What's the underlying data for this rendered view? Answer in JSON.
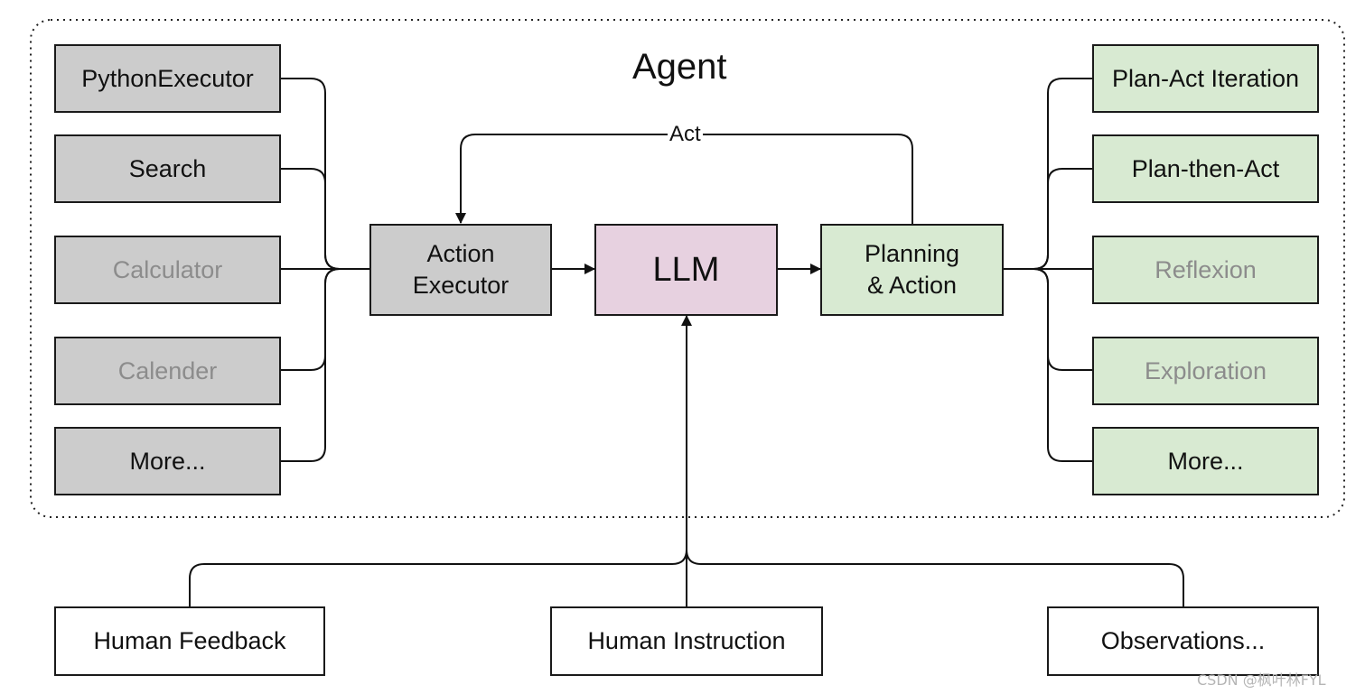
{
  "agent": {
    "title": "Agent",
    "act_label": "Act"
  },
  "tools": [
    {
      "label": "PythonExecutor",
      "active": true
    },
    {
      "label": "Search",
      "active": true
    },
    {
      "label": "Calculator",
      "active": false
    },
    {
      "label": "Calender",
      "active": false
    },
    {
      "label": "More...",
      "active": true
    }
  ],
  "strategies": [
    {
      "label": "Plan-Act Iteration",
      "active": true
    },
    {
      "label": "Plan-then-Act",
      "active": true
    },
    {
      "label": "Reflexion",
      "active": false
    },
    {
      "label": "Exploration",
      "active": false
    },
    {
      "label": "More...",
      "active": true
    }
  ],
  "core": {
    "executor": [
      "Action",
      "Executor"
    ],
    "llm": "LLM",
    "planning": [
      "Planning",
      "& Action"
    ]
  },
  "inputs": [
    "Human Feedback",
    "Human Instruction",
    "Observations..."
  ],
  "watermark": "CSDN @枫叶林FYL",
  "colors": {
    "tool": "#cccccc",
    "strategy": "#d8ead2",
    "llm": "#e7d1e0",
    "inactive_text": "#8c8c8c"
  }
}
